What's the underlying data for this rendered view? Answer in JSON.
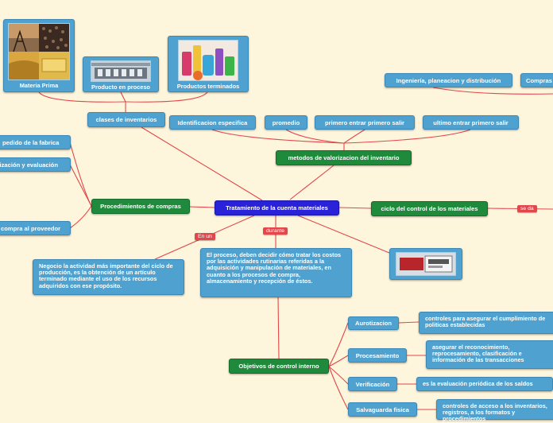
{
  "center": "Tratamiento de la cuenta materiales",
  "tags": {
    "en_un": "En un",
    "durante": "durante",
    "se_da": "se da"
  },
  "top_images": {
    "materia_prima": "Materia Prima",
    "producto_proceso": "Producto en proceso",
    "productos_terminados": "Productos terminados"
  },
  "clases_inventarios": "clases de inventarios",
  "metodos": {
    "title": "metodos  de valorizacion del inventario",
    "items": [
      "Identificacion especifica",
      "promedio",
      "primero entrar primero salir",
      "ultimo entrar primero salir"
    ]
  },
  "right_top": {
    "ingenieria": "Ingeniería, planeacion y distribución",
    "compras": "Compras"
  },
  "procedimientos": {
    "title": "Procedimientos de compras",
    "items": [
      "pedido de la  fabrica",
      "tización y evaluación",
      "compra al proveedor"
    ]
  },
  "ciclo": "ciclo del control de los materiales",
  "negocio_text": "Negocio la actividad más importante del ciclo de producción, es la obtención  de un artículo terminado mediante el uso de los recursos adquiridos con ese propósito.",
  "proceso_text": "El proceso, deben decidir cómo tratar  los costos por las actividades rutinarias referidas a la adquisición y manipulación de materiales, en cuanto  a los procesos de compra, almacenamiento y recepción de éstos.",
  "objetivos": {
    "title": "Objetivos de control interno",
    "items": [
      {
        "label": "Aurotizacion",
        "desc": "controles para asegurar el cumplimiento de politicas establecidas"
      },
      {
        "label": "Procesamiento",
        "desc": "asegurar el reconocimiento, reprocesamiento, clasificación e información de las transacciones"
      },
      {
        "label": "Verificación",
        "desc": "es la evaluación periódica de los saldos"
      },
      {
        "label": "Salvaguarda fisica",
        "desc": "controles de acceso a los inventarios, registros, a los formatos y procedimientos"
      }
    ]
  },
  "colors": {
    "background": "#fef6dc",
    "blue_node": "#4fa1cf",
    "green_node": "#1f8a3c",
    "center_node": "#2a22d8",
    "tag": "#e2474b",
    "edge": "#e2474b"
  }
}
